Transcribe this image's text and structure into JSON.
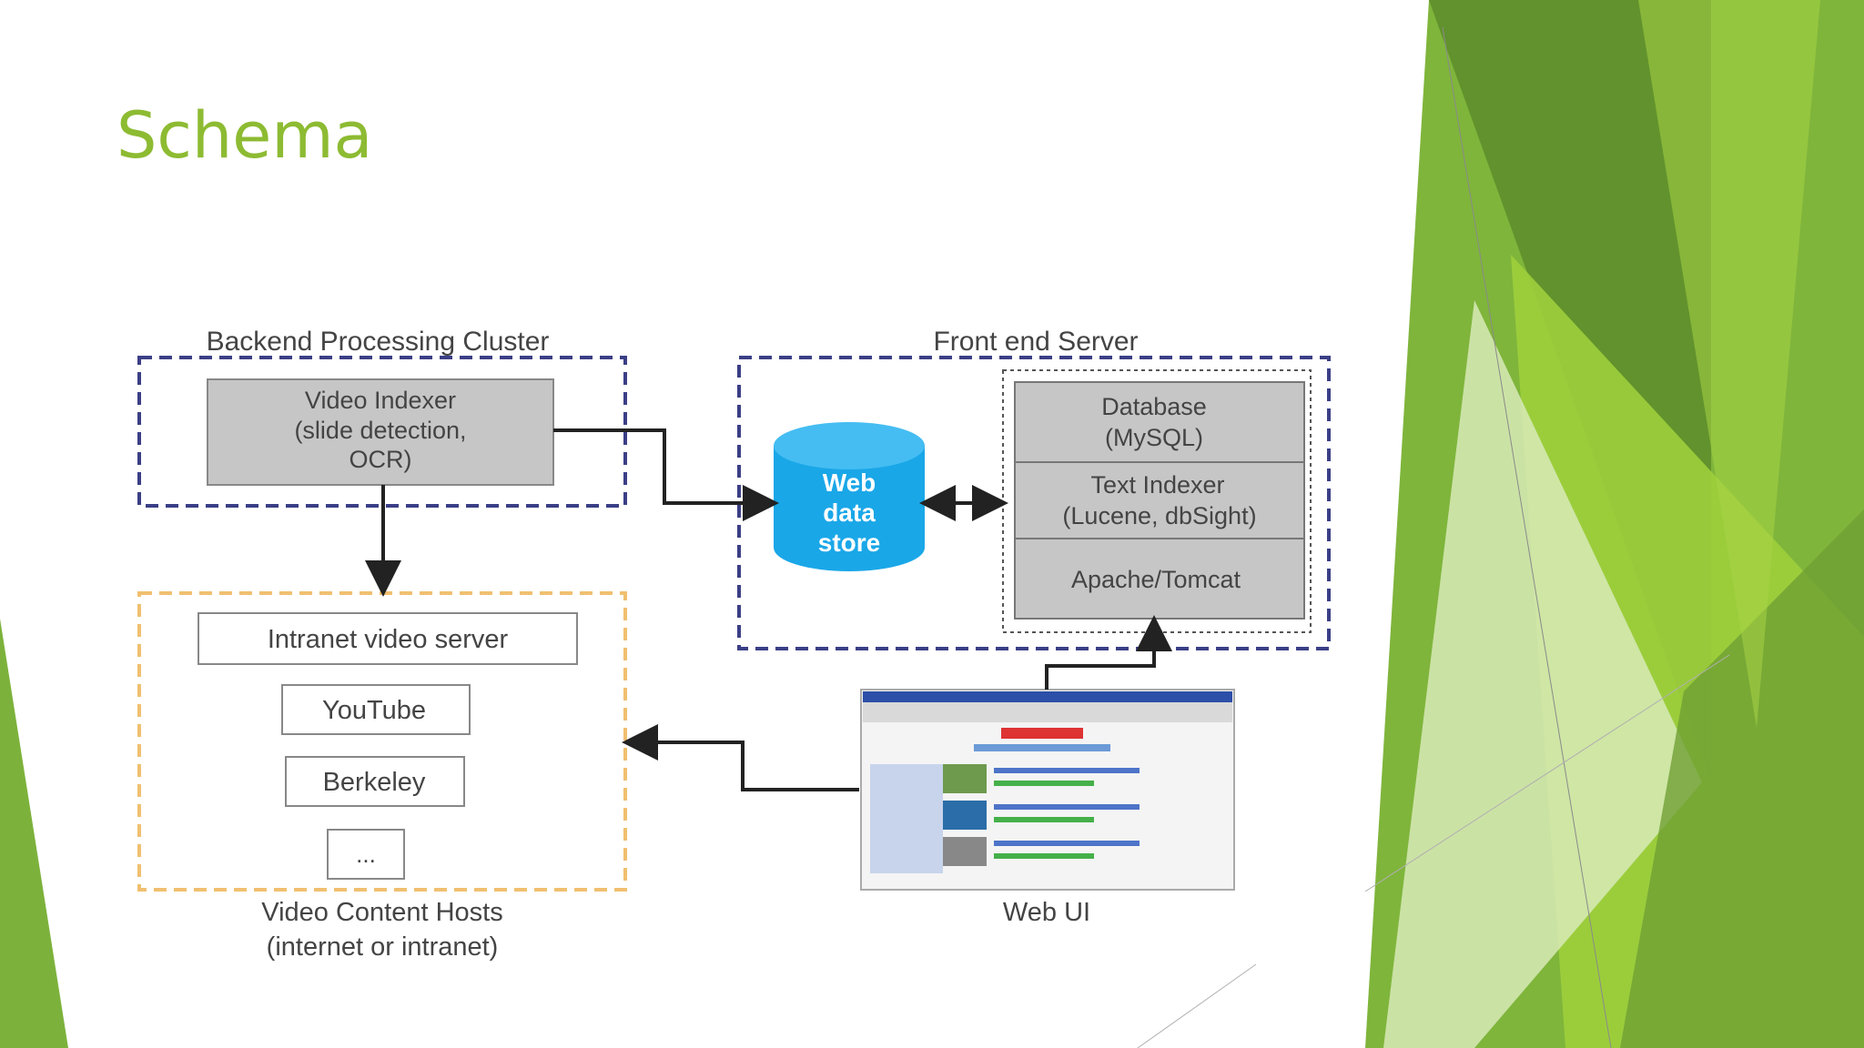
{
  "slide": {
    "title": "Schema",
    "accent_color": "#8dbb32"
  },
  "diagram": {
    "backend": {
      "label": "Backend Processing Cluster",
      "indexer_lines": [
        "Video Indexer",
        "(slide detection,",
        "OCR)"
      ]
    },
    "frontend": {
      "label": "Front end Server",
      "datastore_lines": [
        "Web",
        "data",
        "store"
      ],
      "stack": [
        [
          "Database",
          "(MySQL)"
        ],
        [
          "Text Indexer",
          "(Lucene, dbSight)"
        ],
        [
          "Apache/Tomcat"
        ]
      ]
    },
    "content_hosts": {
      "items": [
        "Intranet video server",
        "YouTube",
        "Berkeley",
        "..."
      ],
      "label_lines": [
        "Video Content Hosts",
        "(internet or intranet)"
      ]
    },
    "web_ui": {
      "label": "Web UI"
    },
    "colors": {
      "datastore": "#1aa7e8",
      "box_fill": "#c6c6c6",
      "backend_border": "#3b3f86",
      "hosts_border": "#f0c070"
    }
  }
}
